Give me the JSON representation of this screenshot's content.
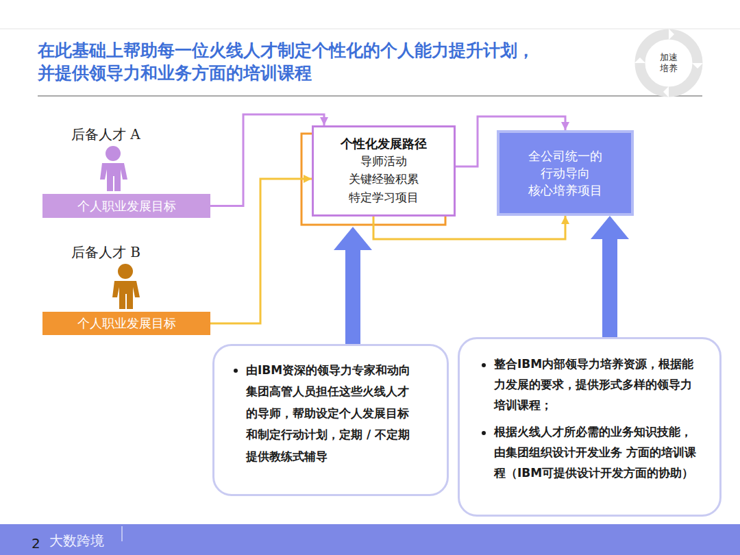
{
  "diagram": {
    "title": "在此基础上帮助每一位火线人才制定个性化的个人能力提升计划，并提供领导力和业务方面的培训课程",
    "nodes": [
      {
        "text": [
          "加速 培养"
        ]
      },
      {
        "text": [
          "后备人才 A",
          "个人职业发展目标"
        ]
      },
      {
        "text": [
          "后备人才 B",
          "个人职业发展目标"
        ]
      },
      {
        "text": [
          "个性化发展路径",
          "导师活动 关键经验积累 特定学习项目"
        ]
      },
      {
        "text": [
          "全公司统一的 行动导向 核心培养项目"
        ]
      },
      {
        "text": [
          "由IBM资深的领导力专家和动向集团高管人员担任这些火线人才的导师，帮助设定个人发展目标和制定行动计划，定期 / 不定期提供教练式辅导"
        ]
      },
      {
        "text": [
          "整合IBM内部领导力培养资源，根据能力发展的要求，提供形式多样的领导力培训课程；",
          "根据火线人才所必需的业务知识技能，由集团组织设计开发业务 方面的培训课程（IBM可提供设计开发方面的协助）"
        ]
      }
    ],
    "edges": [
      {
        "from": 1,
        "to": 3,
        "arrow": "to"
      },
      {
        "from": 2,
        "to": 3,
        "arrow": "to"
      },
      {
        "from": 3,
        "to": 4,
        "arrow": "to"
      },
      {
        "from": 3,
        "to": 4,
        "arrow": "to"
      },
      {
        "from": 5,
        "to": 3,
        "arrow": "to"
      },
      {
        "from": 6,
        "to": 4,
        "arrow": "to"
      }
    ],
    "labels": [
      "2",
      "大数跨境"
    ]
  }
}
